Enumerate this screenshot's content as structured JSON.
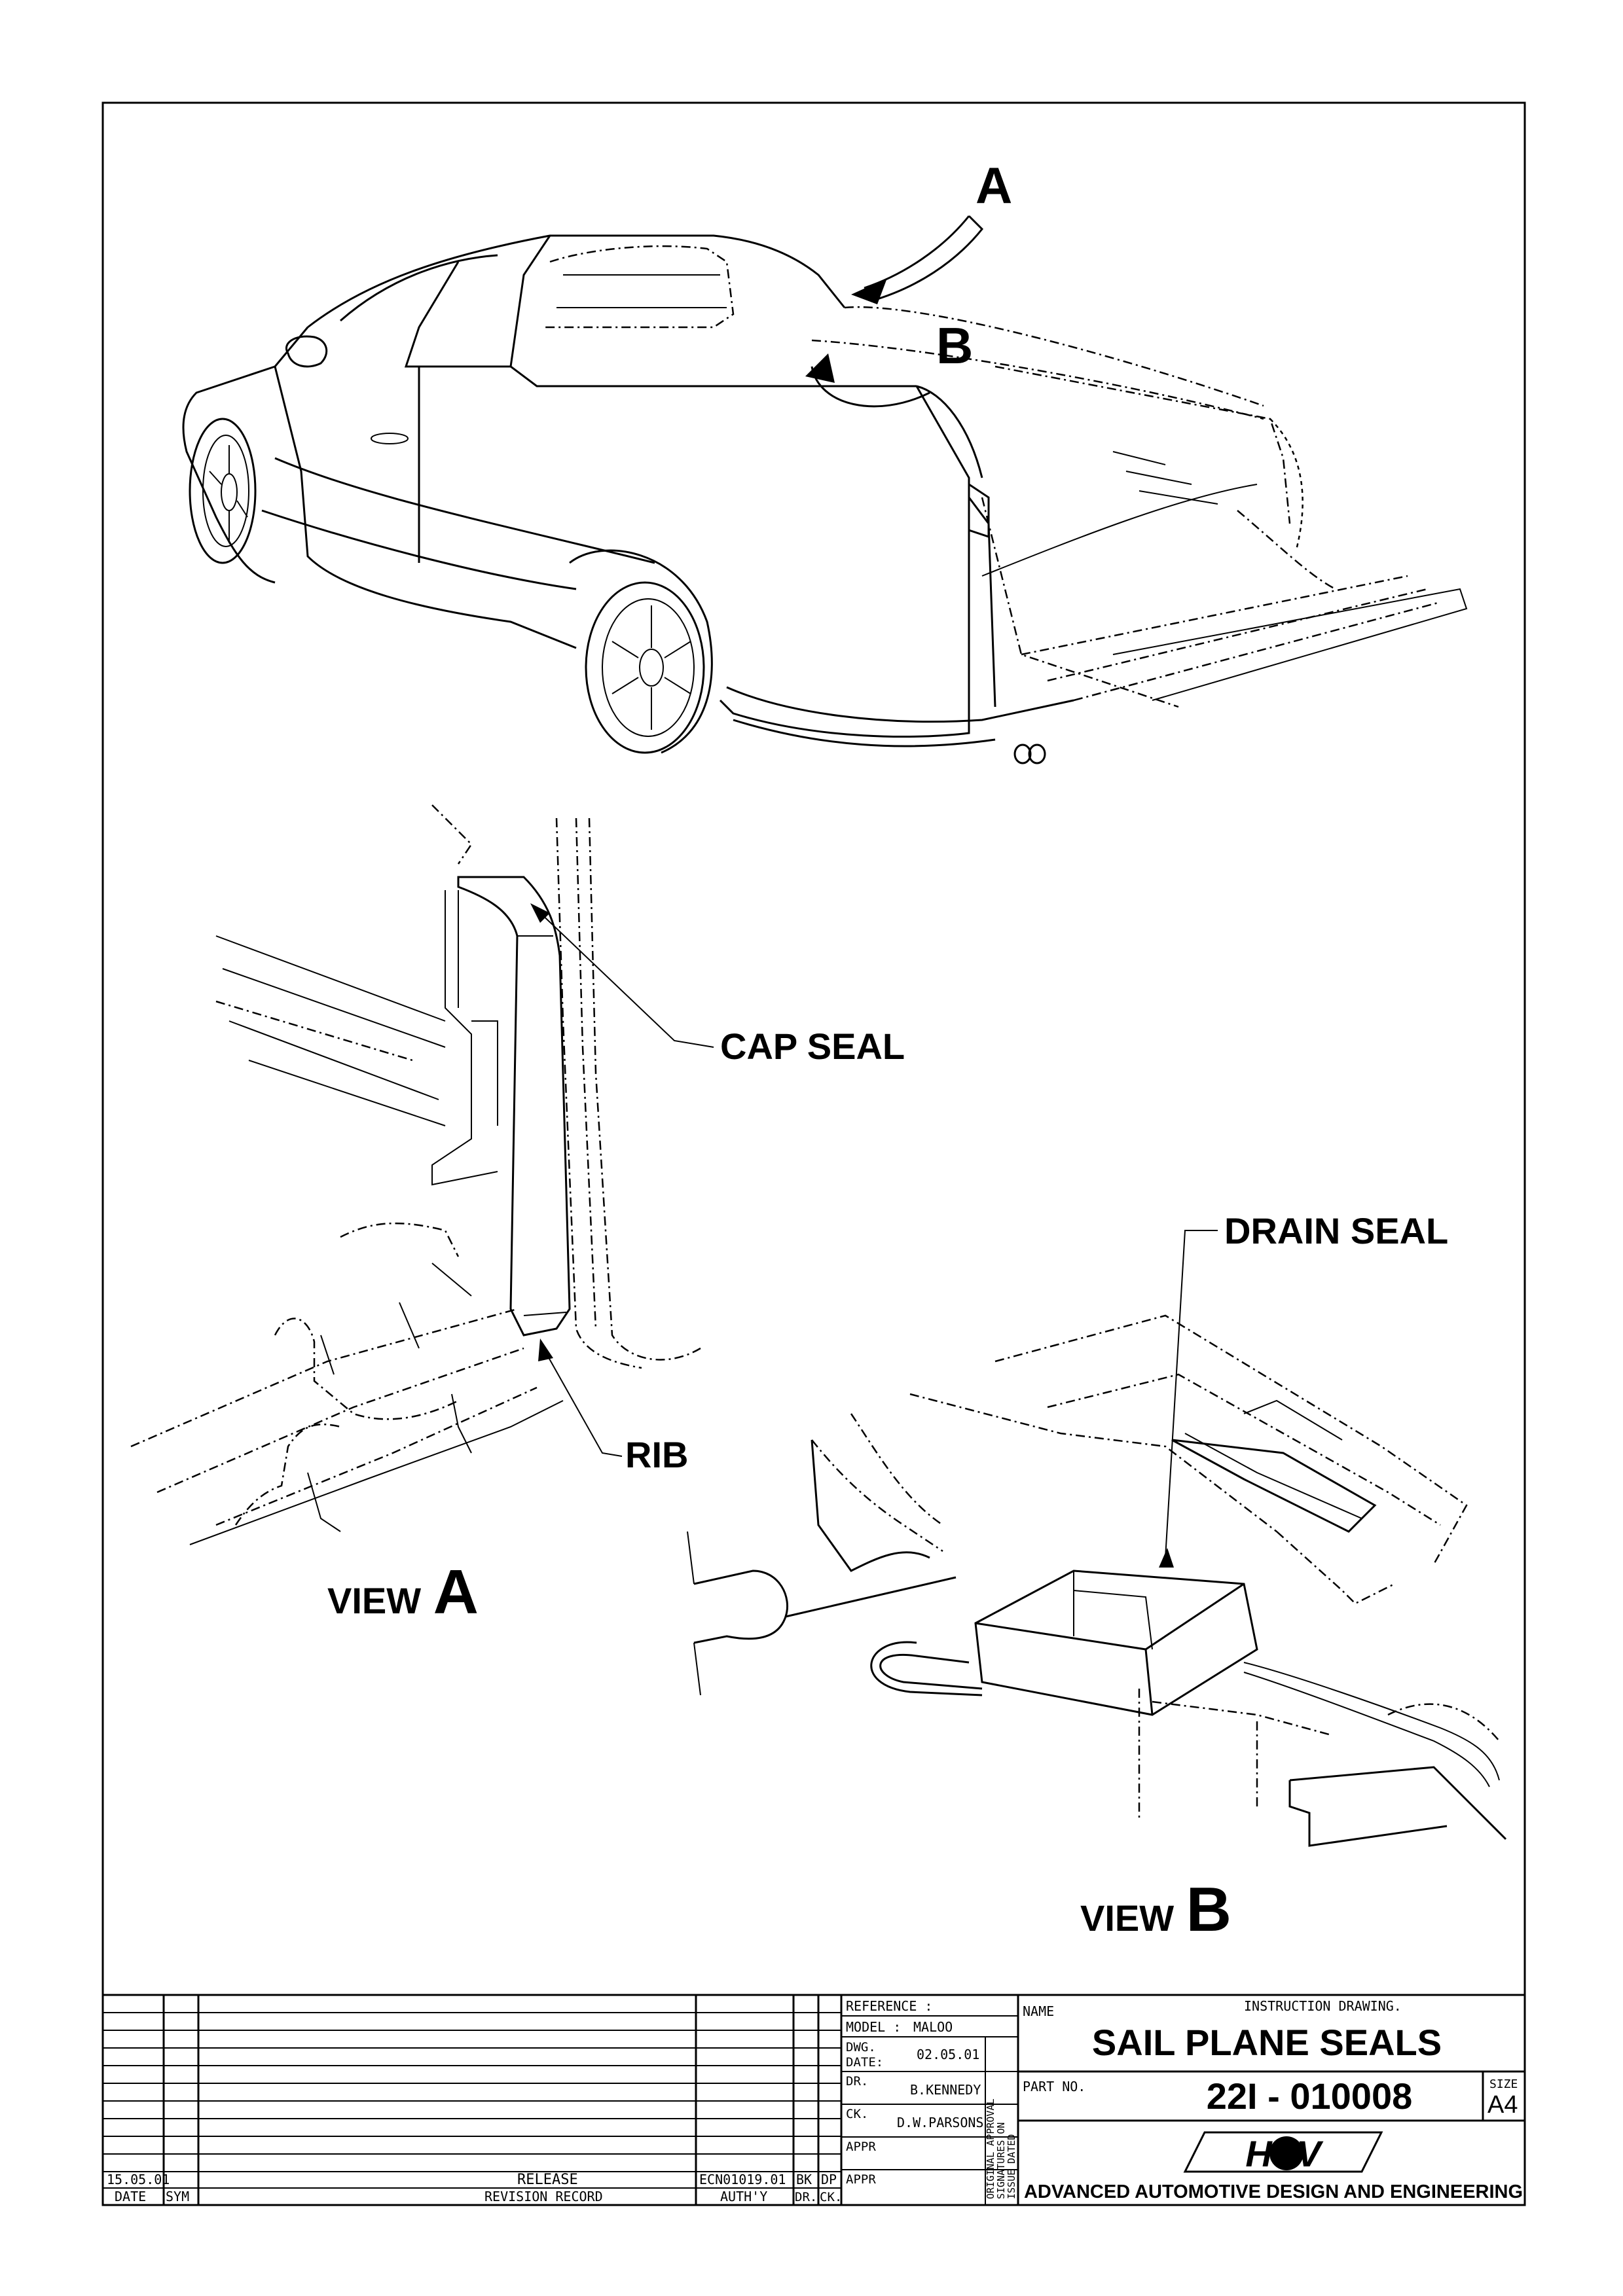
{
  "callouts": {
    "arrow_a": "A",
    "arrow_b": "B",
    "cap_seal": "CAP SEAL",
    "rib": "RIB",
    "drain_seal": "DRAIN SEAL",
    "view_a_prefix": "VIEW",
    "view_a_letter": "A",
    "view_b_prefix": "VIEW",
    "view_b_letter": "B"
  },
  "title_block": {
    "revision_date": "15.05.01",
    "release_text": "RELEASE",
    "ecn": "ECN01019.01",
    "bk": "BK",
    "dp": "DP",
    "col_date": "DATE",
    "col_sym": "SYM",
    "col_revision_record": "REVISION RECORD",
    "col_authy": "AUTH'Y",
    "col_dr": "DR.",
    "col_ck": "CK.",
    "reference_label": "REFERENCE :",
    "model_label": "MODEL :",
    "model_value": "MALOO",
    "dwg_date_label_1": "DWG.",
    "dwg_date_label_2": "DATE:",
    "dwg_date_value": "02.05.01",
    "dr_label": "DR.",
    "dr_value": "B.KENNEDY",
    "ck_label": "CK.",
    "ck_value": "D.W.PARSONS",
    "appr_label_1": "APPR",
    "appr_label_2": "APPR",
    "vertical_note_1": "ORIGINAL APPROVAL",
    "vertical_note_2": "SIGNATURES ON",
    "vertical_note_3": "ISSUE DATED",
    "name_label": "NAME",
    "drawing_type": "INSTRUCTION DRAWING.",
    "title": "SAIL PLANE SEALS",
    "part_no_label": "PART NO.",
    "part_no": "22I - 010008",
    "size_label": "SIZE",
    "size_value": "A4",
    "logo_text": "HSV",
    "company": "ADVANCED AUTOMOTIVE DESIGN AND ENGINEERING"
  }
}
